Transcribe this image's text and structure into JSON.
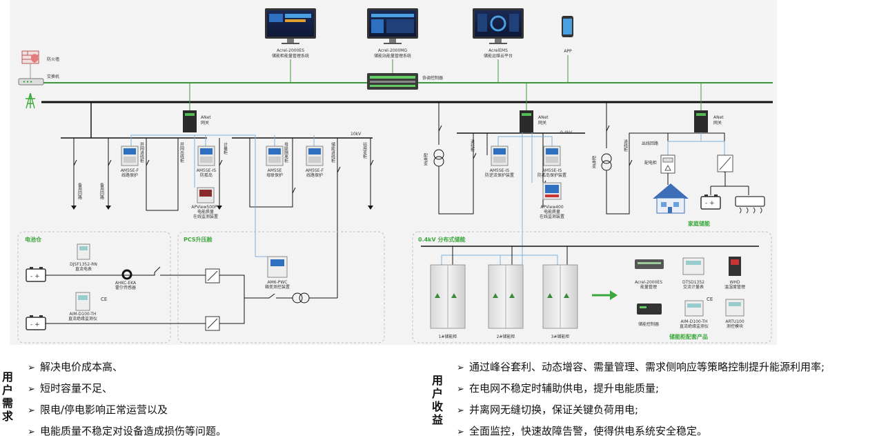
{
  "top_systems": [
    {
      "name": "Acrel-2000ES",
      "desc": "储能柜能量管理系统"
    },
    {
      "name": "Acrel-2000MG",
      "desc": "储能站能量管理系统"
    },
    {
      "name": "AcrelEMS",
      "desc": "储能运维云平台"
    },
    {
      "name": "APP",
      "desc": ""
    }
  ],
  "network": {
    "firewall": "防火墙",
    "switch": "交换机",
    "coordinator": "协调控制器"
  },
  "gateways": {
    "title": "ANet",
    "sub": "网关"
  },
  "voltage_labels": {
    "hv": "10kV",
    "lv": "0.4kV"
  },
  "hv_devices": [
    {
      "model": "AM5SE-F",
      "func": "线路保护"
    },
    {
      "model": "AM5SE-IS",
      "func": "防孤岛"
    },
    {
      "model": "AM5SE",
      "func": "母联保护"
    },
    {
      "model": "AM5SE-F",
      "func": "线路保护"
    }
  ],
  "hv_pq": {
    "model": "APView500PV",
    "l1": "电能质量",
    "l2": "在线监测装置"
  },
  "hv_cabinets": [
    "备用回路",
    "备用回路",
    "并网进线柜",
    "并网出线柜",
    "计量柜",
    "母联隔离柜",
    "储能进线柜",
    "站用变柜"
  ],
  "lv_devices": [
    {
      "model": "AM5SE-IS",
      "func": "防逆流保护装置"
    },
    {
      "model": "AM5SE-IS",
      "func": "防孤岛保护装置"
    }
  ],
  "lv_pq": {
    "model": "APView400",
    "l1": "电能质量",
    "l2": "在线监测装置"
  },
  "lv_labels": [
    "配电变",
    "进线柜",
    "配电变",
    "进线柜",
    "出线回路",
    "配电柜"
  ],
  "home_storage": "家庭储能",
  "sections": {
    "battery": "电池仓",
    "pcs": "PCS升压舱",
    "dist": "0.4kV 分布式储能",
    "products": "储能柜配套产品"
  },
  "battery_devices": [
    {
      "model": "DJSF1352-RN",
      "desc": "直流电表"
    },
    {
      "model": "AHKC-EKA",
      "desc": "霍尔传感器"
    },
    {
      "model": "AIM-D100-TH",
      "desc": "直流绝缘监测仪"
    }
  ],
  "pcs_device": {
    "model": "AM6-PWC",
    "desc": "箱变测控装置"
  },
  "cabinets": [
    "1#储能柜",
    "2#储能柜",
    "3#储能柜"
  ],
  "products": [
    {
      "model": "Acrel-2000ES",
      "desc": "能量管理"
    },
    {
      "model": "DTSD1352",
      "desc": "交流计量表"
    },
    {
      "model": "WHD",
      "desc": "温湿度管理"
    },
    {
      "model": "",
      "desc": "储能控制器"
    },
    {
      "model": "AIM-D100-TH",
      "desc": "直流绝缘监测仪"
    },
    {
      "model": "ARTU100",
      "desc": "测控模块"
    }
  ],
  "ce_mark": "CE",
  "user_needs": {
    "title": "用户需求",
    "items": [
      "解决电价成本高、",
      "短时容量不足、",
      "限电/停电影响正常运营以及",
      "电能质量不稳定对设备造成损伤等问题。"
    ]
  },
  "user_benefits": {
    "title": "用户收益",
    "items": [
      "通过峰谷套利、动态增容、需量管理、需求侧响应等策略控制提升能源利用率;",
      "在电网不稳定时辅助供电，提升电能质量;",
      "并离网无缝切换，保证关键负荷用电;",
      "全面监控，快速故障告警，使得供电系统安全稳定。"
    ]
  },
  "colors": {
    "accent_green": "#3aa83a",
    "network_green": "#3c9a3c",
    "comm_blue": "#7fb0d8",
    "bg": "#f3f3f3"
  }
}
